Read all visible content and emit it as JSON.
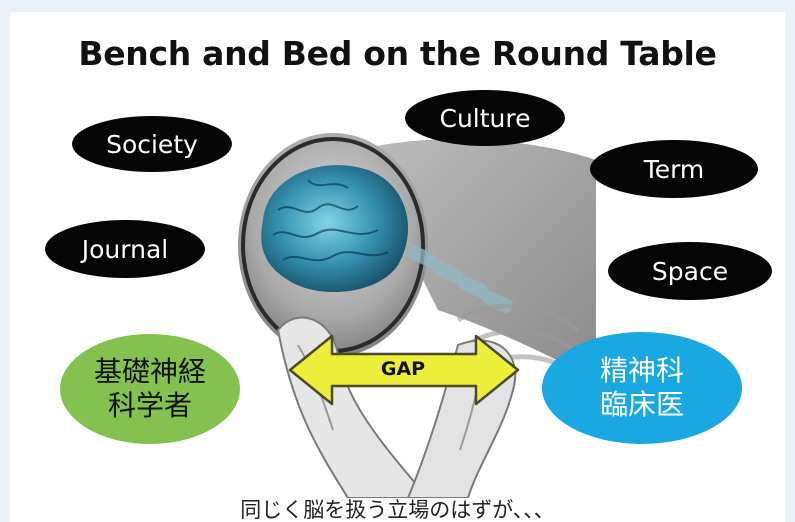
{
  "slide": {
    "title": "Bench and Bed on the Round Table",
    "ovals": {
      "society": "Society",
      "culture": "Culture",
      "term": "Term",
      "journal": "Journal",
      "space": "Space",
      "left_line1": "基礎神経",
      "left_line2": "科学者",
      "right_line1": "精神科",
      "right_line2": "臨床医"
    },
    "gap_label": "GAP",
    "caption": "同じく脳を扱う立場のはずが、、、",
    "colors": {
      "dark_oval": "#050505",
      "green_oval": "#84c24f",
      "blue_oval": "#19a8e2",
      "arrow_fill": "#ecee3a",
      "brain": "#3aa7c4",
      "background": "#eaf2f8"
    },
    "icons": [
      "head-in-hands-image",
      "double-arrow-icon"
    ]
  }
}
